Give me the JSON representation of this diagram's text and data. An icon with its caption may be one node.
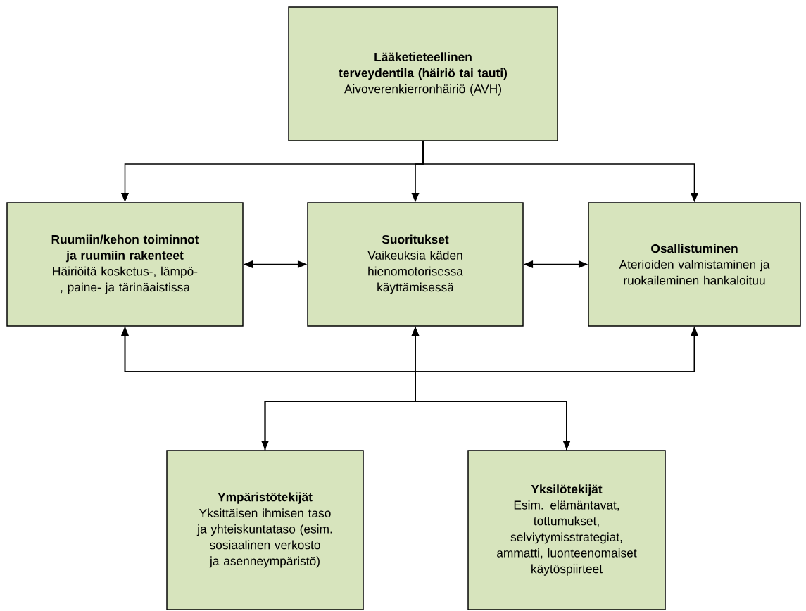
{
  "diagram": {
    "nodes": [
      {
        "text": [
          "Lääketieteellinen terveydentila (häiriö tai tauti)",
          "Aivoverenkierronhäiriö (AVH)"
        ]
      },
      {
        "text": [
          "Ruumiin/kehon toiminnot ja ruumiin rakenteet",
          "Häiriöitä kosketus-, lämpö-, paine- ja tärinäaistissa"
        ]
      },
      {
        "text": [
          "Suoritukset",
          "Vaikeuksia käden hienomotorisessa käyttämisessä"
        ]
      },
      {
        "text": [
          "Osallistuminen",
          "Aterioiden valmistaminen ja ruokaileminen hankaloituu"
        ]
      },
      {
        "text": [
          "Ympäristötekijät",
          "Yksittäisen ihmisen taso ja yhteiskuntataso (esim. sosiaalinen verkosto ja asenneympäristö)"
        ]
      },
      {
        "text": [
          "Yksilötekijät",
          "Esim. elämäntavat, tottumukset, selviytymisstrategiat, ammatti, luonteenomaiset käytöspiirteet"
        ]
      }
    ],
    "edges": [
      {
        "from": 0,
        "to": 1,
        "arrow": "to"
      },
      {
        "from": 0,
        "to": 2,
        "arrow": "to"
      },
      {
        "from": 0,
        "to": 3,
        "arrow": "to"
      },
      {
        "from": 1,
        "to": 2,
        "arrow": "both"
      },
      {
        "from": 2,
        "to": 3,
        "arrow": "both"
      },
      {
        "from": 4,
        "to": 1,
        "arrow": "both"
      },
      {
        "from": 4,
        "to": 2,
        "arrow": "to"
      },
      {
        "from": 4,
        "to": 3,
        "arrow": "none"
      },
      {
        "from": 5,
        "to": 1,
        "arrow": "none"
      },
      {
        "from": 5,
        "to": 2,
        "arrow": "none"
      },
      {
        "from": 5,
        "to": 3,
        "arrow": "both"
      }
    ]
  }
}
